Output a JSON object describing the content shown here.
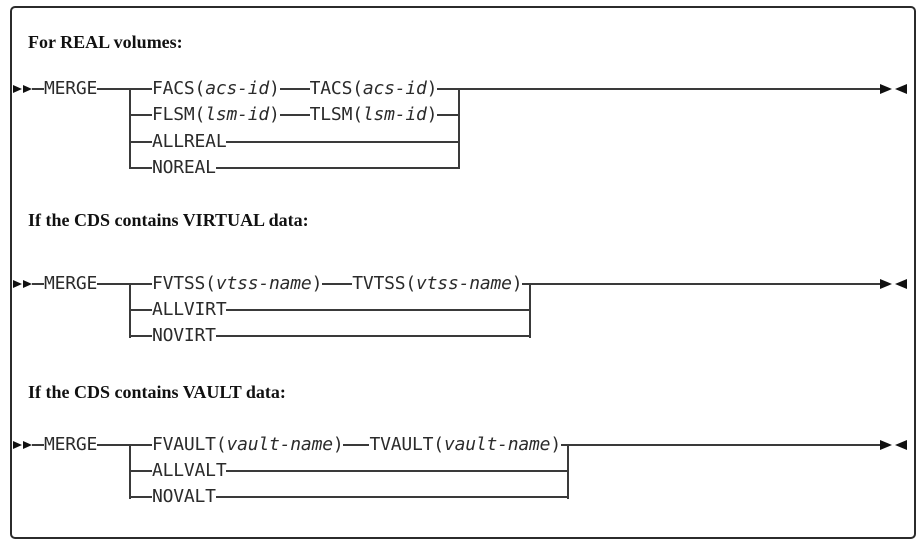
{
  "colors": {
    "line": "#3a3a3a",
    "text": "#2b2b2b",
    "border": "#2b2b2b",
    "background": "#ffffff"
  },
  "sections": [
    {
      "heading": "For REAL volumes:",
      "keyword": "MERGE",
      "options": [
        {
          "fk": "FACS(",
          "fv": "acs-id",
          "fc": ")",
          "tk": "TACS(",
          "tv": "acs-id",
          "tc": ")"
        },
        {
          "fk": "FLSM(",
          "fv": "lsm-id",
          "fc": ")",
          "tk": "TLSM(",
          "tv": "lsm-id",
          "tc": ")"
        },
        {
          "label": "ALLREAL"
        },
        {
          "label": "NOREAL"
        }
      ]
    },
    {
      "heading": "If the CDS contains VIRTUAL data:",
      "keyword": "MERGE",
      "options": [
        {
          "fk": "FVTSS(",
          "fv": "vtss-name",
          "fc": ")",
          "tk": "TVTSS(",
          "tv": "vtss-name",
          "tc": ")"
        },
        {
          "label": "ALLVIRT"
        },
        {
          "label": "NOVIRT"
        }
      ]
    },
    {
      "heading": "If the CDS contains VAULT data:",
      "keyword": "MERGE",
      "options": [
        {
          "fk": "FVAULT(",
          "fv": "vault-name",
          "fc": ")",
          "tk": "TVAULT(",
          "tv": "vault-name",
          "tc": ")"
        },
        {
          "label": "ALLVALT"
        },
        {
          "label": "NOVALT"
        }
      ]
    }
  ]
}
